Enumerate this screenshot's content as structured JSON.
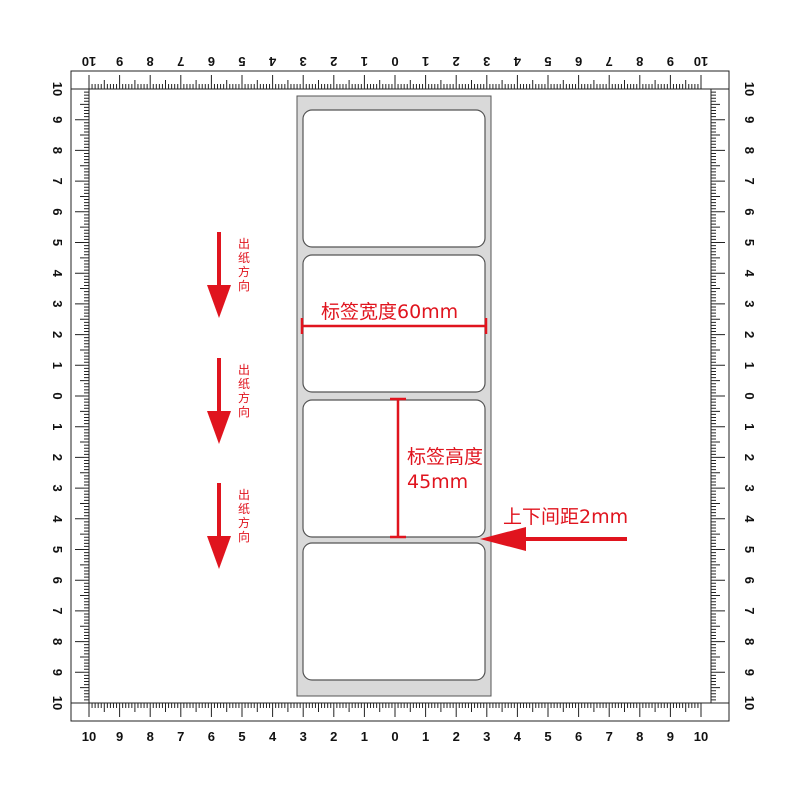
{
  "ruler": {
    "top_labels": [
      "10",
      "9",
      "8",
      "7",
      "6",
      "5",
      "4",
      "3",
      "2",
      "1",
      "0",
      "1",
      "2",
      "3",
      "4",
      "5",
      "6",
      "7",
      "8",
      "9",
      "10"
    ],
    "bottom_labels": [
      "10",
      "9",
      "8",
      "7",
      "6",
      "5",
      "4",
      "3",
      "2",
      "1",
      "0",
      "1",
      "2",
      "3",
      "4",
      "5",
      "6",
      "7",
      "8",
      "9",
      "10"
    ],
    "side_labels": [
      "10",
      "9",
      "8",
      "7",
      "6",
      "5",
      "4",
      "3",
      "2",
      "1",
      "0",
      "1",
      "2",
      "3",
      "4",
      "5",
      "6",
      "7",
      "8",
      "9",
      "10"
    ]
  },
  "annotations": {
    "feed_direction": [
      "出",
      "纸",
      "方",
      "向"
    ],
    "label_width": "标签宽度60mm",
    "label_height_line1": "标签高度",
    "label_height_line2": "45mm",
    "gap": "上下间距2mm"
  },
  "colors": {
    "accent": "#e0141e",
    "liner": "#d9d9d9",
    "label": "#ffffff",
    "ruler": "#222222"
  },
  "labels_on_liner": 4
}
